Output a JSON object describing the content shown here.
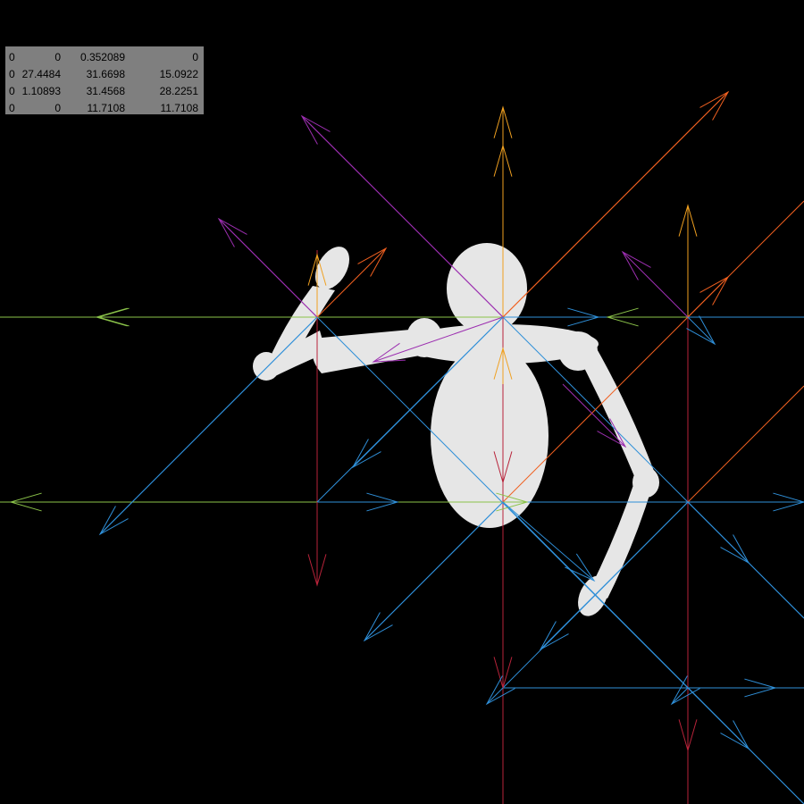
{
  "matrix": {
    "rows": [
      [
        "0",
        "0",
        "0.352089",
        "0"
      ],
      [
        "0",
        "27.4484",
        "31.6698",
        "15.0922"
      ],
      [
        "0",
        "1.10893",
        "31.4568",
        "28.2251"
      ],
      [
        "0",
        "0",
        "11.7108",
        "11.7108"
      ]
    ]
  },
  "colors": {
    "background": "#000000",
    "figure": "#e6e6e6",
    "panel": "#7f7f7f",
    "vertical_axis": "#b8233a",
    "vertical_axis_up": "#f0a020",
    "horizontal_axis": "#8bc34a",
    "horizontal_axis_blue": "#2f8fd8",
    "diagonal_blue": "#2f8fd8",
    "diagonal_orange": "#f06020",
    "diagonal_purple": "#9c2fb0"
  }
}
